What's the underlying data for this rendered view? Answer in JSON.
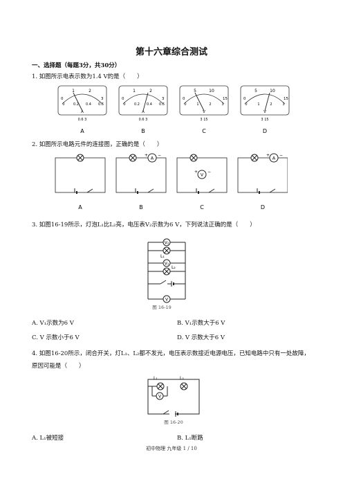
{
  "title": "第十六章综合测试",
  "section": "一、选择题（每题3分，共30分）",
  "q1": {
    "text": "1. 如图所示电表示数为1.4 V的是（　　）",
    "meters": [
      {
        "label": "A",
        "top": [
          "1",
          "2"
        ],
        "bottom": [
          "0",
          "0.2",
          "0.4",
          "0.6"
        ],
        "unit": "A",
        "terminals": "0.6 3"
      },
      {
        "label": "B",
        "top": [
          "1",
          "2"
        ],
        "bottom": [
          "0",
          "0.2",
          "0.4",
          "0.6"
        ],
        "unit": "A",
        "terminals": "0.6 3"
      },
      {
        "label": "C",
        "top": [
          "5",
          "10"
        ],
        "bottom": [
          "0",
          "1",
          "2",
          "3"
        ],
        "unit": "V",
        "terminals": "3 15"
      },
      {
        "label": "D",
        "top": [
          "5",
          "10"
        ],
        "bottom": [
          "0",
          "1",
          "2",
          "3"
        ],
        "unit": "V",
        "terminals": "3 15"
      }
    ],
    "scale_ends": {
      "a_top": [
        "0",
        "3"
      ],
      "v_top": [
        "0",
        "15"
      ]
    }
  },
  "q2": {
    "text": "2. 如图所示电路元件的连接图，正确的是（　　）",
    "options": [
      "A",
      "B",
      "C",
      "D"
    ],
    "symbols": {
      "ammeter": "A",
      "voltmeter": "V",
      "plus": "+",
      "minus": "−"
    }
  },
  "q3": {
    "text": "3. 如图16-19所示，灯泡L₁比L₂亮，电压表V₂示数为6 V，下列说法正确的是（　　）",
    "figure": "图 16-19",
    "labels": {
      "v": "V",
      "v1": "V₁",
      "v2": "V₂",
      "l1": "L₁",
      "l2": "L₂"
    },
    "options": [
      {
        "label": "A.",
        "text": "V₁示数为6 V"
      },
      {
        "label": "B.",
        "text": "V₁示数大于6 V"
      },
      {
        "label": "C.",
        "text": "V 示数小于6 V"
      },
      {
        "label": "D.",
        "text": "V 示数大于6 V"
      }
    ]
  },
  "q4": {
    "line1": "4. 如图16-20所示，闭合开关，灯L₁、L₂都不发光，电压表示数接近电源电压，已知电路中只有一处故障，",
    "line2": "原因可能是（　　）",
    "figure": "图 16-20",
    "labels": {
      "l1": "L₁",
      "l2": "L₂",
      "v": "V"
    },
    "options": [
      {
        "label": "A.",
        "text": "L₁被短接"
      },
      {
        "label": "B.",
        "text": "L₁断路"
      }
    ]
  },
  "footer": "初中物理  九年级  1 / 10"
}
